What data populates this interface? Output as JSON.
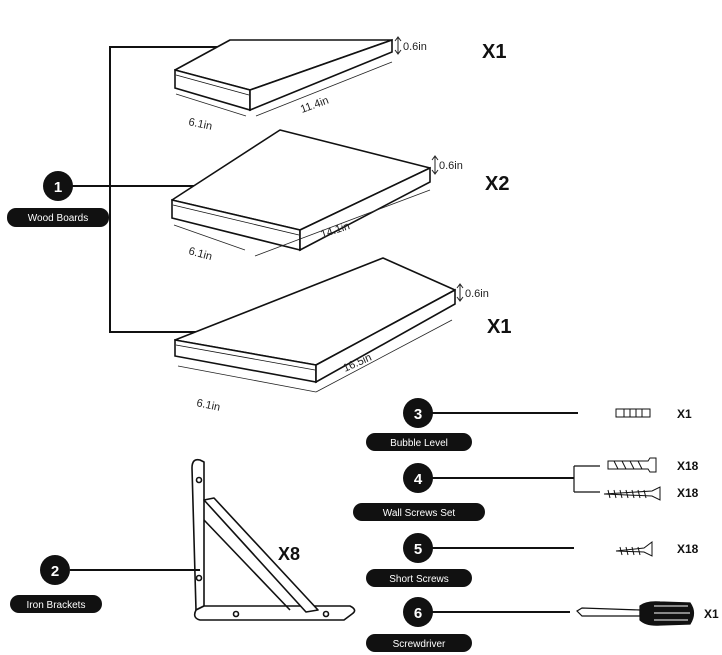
{
  "boards": [
    {
      "thickness": "0.6in",
      "width": "6.1in",
      "length": "11.4in",
      "qty": "X1"
    },
    {
      "thickness": "0.6in",
      "width": "6.1in",
      "length": "14.1in",
      "qty": "X2"
    },
    {
      "thickness": "0.6in",
      "width": "6.1in",
      "length": "16.5in",
      "qty": "X1"
    }
  ],
  "parts": [
    {
      "number": "1",
      "label": "Wood Boards"
    },
    {
      "number": "2",
      "label": "Iron Brackets",
      "qty": "X8"
    },
    {
      "number": "3",
      "label": "Bubble Level",
      "qty": "X1"
    },
    {
      "number": "4",
      "label": "Wall Screws Set",
      "qty_anchor": "X18",
      "qty_screw": "X18"
    },
    {
      "number": "5",
      "label": "Short Screws",
      "qty": "X18"
    },
    {
      "number": "6",
      "label": "Screwdriver",
      "qty": "X1"
    }
  ]
}
